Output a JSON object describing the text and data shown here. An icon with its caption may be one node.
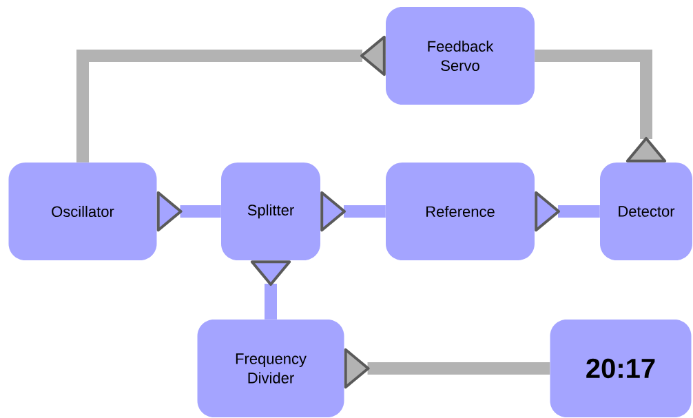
{
  "diagram": {
    "nodes": [
      {
        "text": [
          "Feedback Servo"
        ]
      },
      {
        "text": [
          "Oscillator"
        ]
      },
      {
        "text": [
          "Splitter"
        ]
      },
      {
        "text": [
          "Reference"
        ]
      },
      {
        "text": [
          "Detector"
        ]
      },
      {
        "text": [
          "Frequency Divider"
        ]
      },
      {
        "text": [
          "20:17"
        ]
      }
    ],
    "edges": [
      {
        "from": 1,
        "to": 2,
        "arrow": "to"
      },
      {
        "from": 2,
        "to": 3,
        "arrow": "to"
      },
      {
        "from": 3,
        "to": 4,
        "arrow": "to"
      },
      {
        "from": 4,
        "to": 0,
        "arrow": "to",
        "color": "#b3b3b3"
      },
      {
        "from": 0,
        "to": 1,
        "arrow": "to",
        "color": "#b3b3b3"
      },
      {
        "from": 2,
        "to": 5,
        "arrow": "to"
      },
      {
        "from": 5,
        "to": 6,
        "arrow": "to",
        "color": "#b3b3b3"
      }
    ]
  }
}
